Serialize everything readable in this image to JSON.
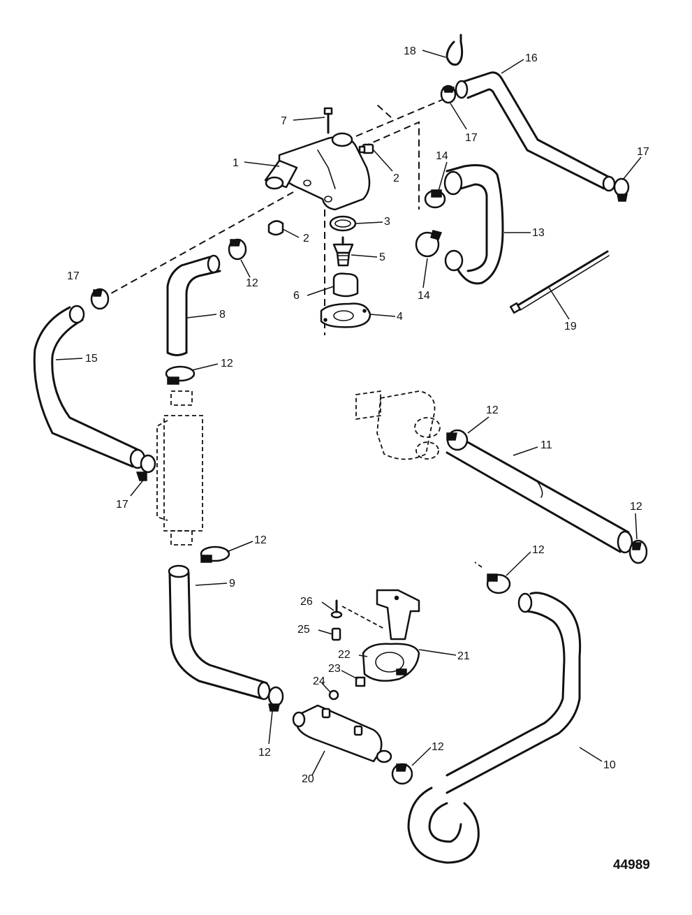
{
  "figure_id": "44989",
  "callouts": [
    {
      "id": "c18",
      "text": "18"
    },
    {
      "id": "c16",
      "text": "16"
    },
    {
      "id": "c7",
      "text": "7"
    },
    {
      "id": "c17a",
      "text": "17"
    },
    {
      "id": "c1",
      "text": "1"
    },
    {
      "id": "c2a",
      "text": "2"
    },
    {
      "id": "c14a",
      "text": "14"
    },
    {
      "id": "c17b",
      "text": "17"
    },
    {
      "id": "c3",
      "text": "3"
    },
    {
      "id": "c2b",
      "text": "2"
    },
    {
      "id": "c13",
      "text": "13"
    },
    {
      "id": "c5",
      "text": "5"
    },
    {
      "id": "c17c",
      "text": "17"
    },
    {
      "id": "c12a",
      "text": "12"
    },
    {
      "id": "c6",
      "text": "6"
    },
    {
      "id": "c14b",
      "text": "14"
    },
    {
      "id": "c8",
      "text": "8"
    },
    {
      "id": "c4",
      "text": "4"
    },
    {
      "id": "c19",
      "text": "19"
    },
    {
      "id": "c15",
      "text": "15"
    },
    {
      "id": "c12b",
      "text": "12"
    },
    {
      "id": "c12c",
      "text": "12"
    },
    {
      "id": "c11",
      "text": "11"
    },
    {
      "id": "c17d",
      "text": "17"
    },
    {
      "id": "c12d",
      "text": "12"
    },
    {
      "id": "c12e",
      "text": "12"
    },
    {
      "id": "c12f",
      "text": "12"
    },
    {
      "id": "c9",
      "text": "9"
    },
    {
      "id": "c26",
      "text": "26"
    },
    {
      "id": "c25",
      "text": "25"
    },
    {
      "id": "c22",
      "text": "22"
    },
    {
      "id": "c21",
      "text": "21"
    },
    {
      "id": "c23",
      "text": "23"
    },
    {
      "id": "c24",
      "text": "24"
    },
    {
      "id": "c12g",
      "text": "12"
    },
    {
      "id": "c12h",
      "text": "12"
    },
    {
      "id": "c10",
      "text": "10"
    },
    {
      "id": "c20",
      "text": "20"
    }
  ]
}
